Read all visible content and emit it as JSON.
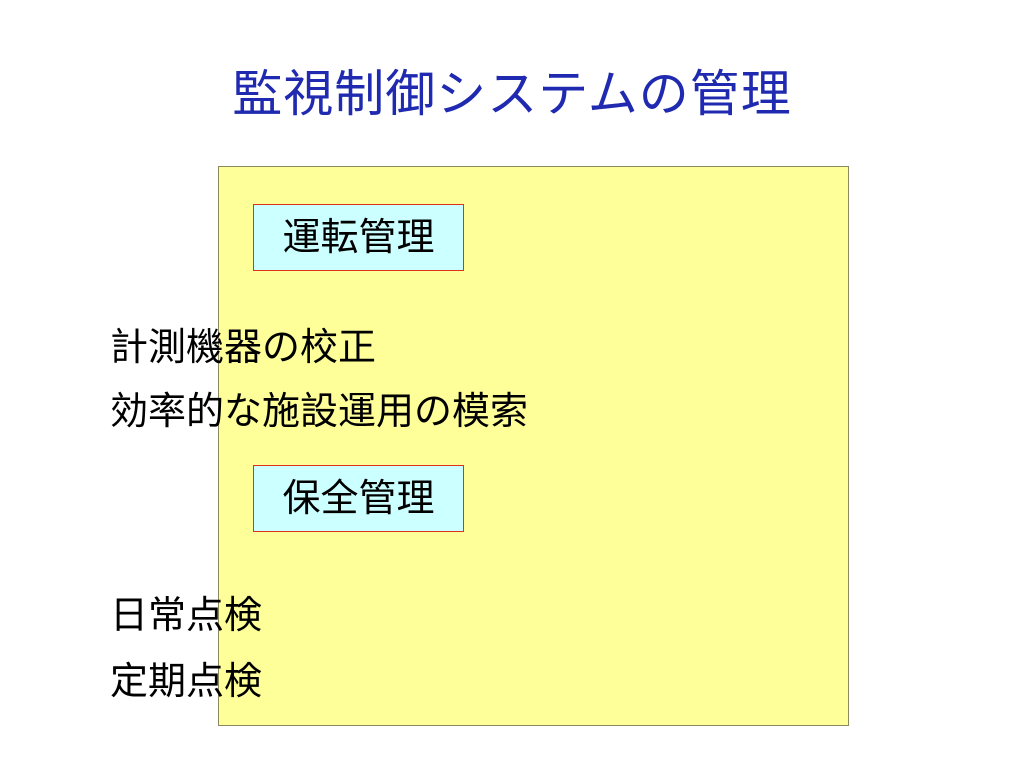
{
  "slide": {
    "title": "監視制御システムの管理",
    "sections": [
      {
        "heading": "運転管理",
        "items": [
          "計測機器の校正",
          "効率的な施設運用の模索"
        ]
      },
      {
        "heading": "保全管理",
        "items": [
          "日常点検",
          "定期点検"
        ]
      }
    ]
  },
  "colors": {
    "title": "#1f2ab0",
    "panel_fill": "#ffff99",
    "heading_fill": "#ccffff",
    "heading_border": "#e0301e",
    "text": "#000000"
  }
}
